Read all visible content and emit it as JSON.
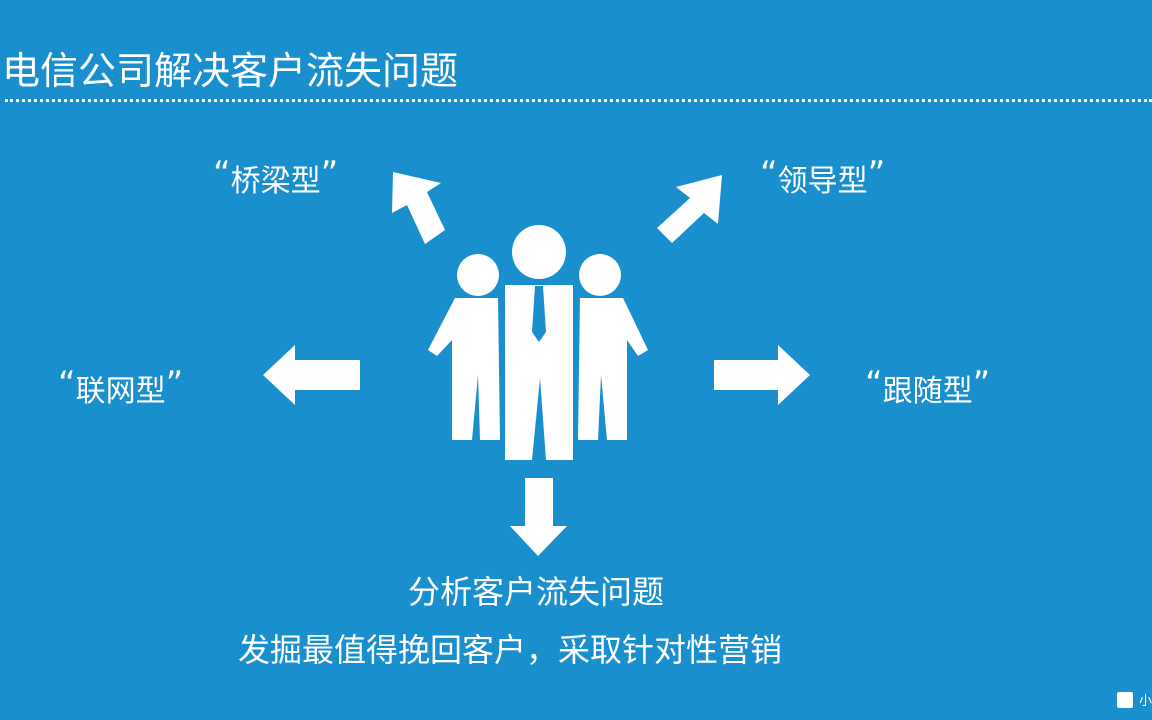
{
  "slide": {
    "title": "电信公司解决客户流失问题",
    "labels": {
      "bridge": "桥梁型",
      "leader": "领导型",
      "network": "联网型",
      "follower": "跟随型"
    },
    "quote_open": "“",
    "quote_close": "”",
    "bottom_line1": "分析客户流失问题",
    "bottom_line2": "发掘最值得挽回客户，采取针对性营销",
    "watermark": "小"
  },
  "colors": {
    "background": "#1a8fce",
    "foreground": "#ffffff"
  }
}
